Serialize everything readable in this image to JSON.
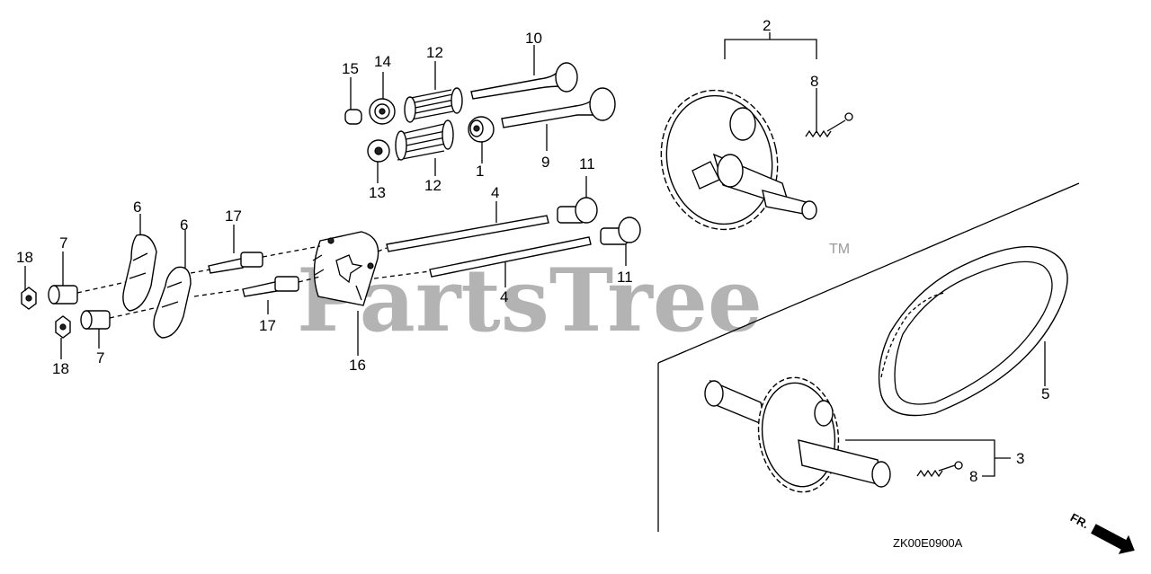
{
  "watermark": {
    "text": "PartsTree",
    "trademark": "TM"
  },
  "diagram_code": "ZK00E0900A",
  "direction": {
    "label": "FR."
  },
  "callouts": {
    "c1": "1",
    "c2": "2",
    "c3": "3",
    "c4a": "4",
    "c4b": "4",
    "c5": "5",
    "c6a": "6",
    "c6b": "6",
    "c7a": "7",
    "c7b": "7",
    "c8a": "8",
    "c8b": "8",
    "c9": "9",
    "c10": "10",
    "c11a": "11",
    "c11b": "11",
    "c12a": "12",
    "c12b": "12",
    "c13": "13",
    "c14": "14",
    "c15": "15",
    "c16": "16",
    "c17a": "17",
    "c17b": "17",
    "c18a": "18",
    "c18b": "18"
  }
}
